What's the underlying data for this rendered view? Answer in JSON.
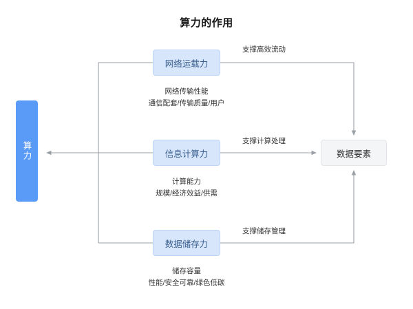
{
  "title": "算力的作用",
  "nodes": {
    "suanli": "算力",
    "network": "网络运载力",
    "compute": "信息计算力",
    "storage": "数据储存力",
    "data_element": "数据要素"
  },
  "edge_labels": {
    "network": "支撑高效流动",
    "compute": "支撑计算处理",
    "storage": "支撑储存管理"
  },
  "captions": {
    "network_line1": "网络传输性能",
    "network_line2": "通信配套/传输质量/用户",
    "compute_line1": "计算能力",
    "compute_line2": "规模/经济效益/供需",
    "storage_line1": "储存容量",
    "storage_line2": "性能/安全可靠/绿色低碳"
  },
  "colors": {
    "primary_blue": "#5b9bf8",
    "light_blue": "#d7e6fb",
    "gray_node": "#f4f5f7",
    "line": "#9aa0a6"
  }
}
